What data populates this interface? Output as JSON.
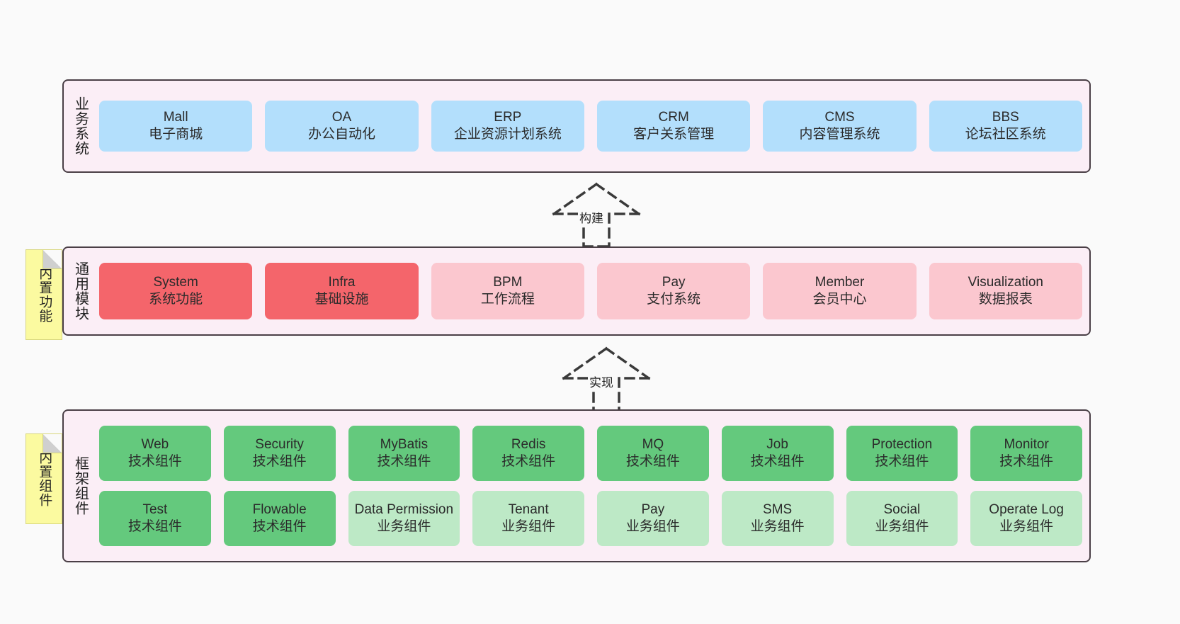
{
  "diagram": {
    "title": "ruoyi-vue-pro architecture layers",
    "background": "#fafafa",
    "colors": {
      "band_fill": "#fbeef6",
      "band_border": "#4a3f46",
      "blue": "#b3dffc",
      "red": "#f4656b",
      "pink": "#fbc7cf",
      "green": "#64c97d",
      "light_green": "#bde9c6",
      "sticky_yellow": "#fbfaa0",
      "sticky_fold": "#cfcfcf"
    }
  },
  "layers": {
    "business": {
      "title": "业务系统",
      "items": [
        {
          "en": "Mall",
          "cn": "电子商城"
        },
        {
          "en": "OA",
          "cn": "办公自动化"
        },
        {
          "en": "ERP",
          "cn": "企业资源计划系统"
        },
        {
          "en": "CRM",
          "cn": "客户关系管理"
        },
        {
          "en": "CMS",
          "cn": "内容管理系统"
        },
        {
          "en": "BBS",
          "cn": "论坛社区系统"
        }
      ]
    },
    "modules": {
      "title": "通用模块",
      "items": [
        {
          "en": "System",
          "cn": "系统功能",
          "color": "red"
        },
        {
          "en": "Infra",
          "cn": "基础设施",
          "color": "red"
        },
        {
          "en": "BPM",
          "cn": "工作流程",
          "color": "pink"
        },
        {
          "en": "Pay",
          "cn": "支付系统",
          "color": "pink"
        },
        {
          "en": "Member",
          "cn": "会员中心",
          "color": "pink"
        },
        {
          "en": "Visualization",
          "cn": "数据报表",
          "color": "pink"
        }
      ]
    },
    "framework": {
      "title": "框架组件",
      "row1": [
        {
          "en": "Web",
          "cn": "技术组件"
        },
        {
          "en": "Security",
          "cn": "技术组件"
        },
        {
          "en": "MyBatis",
          "cn": "技术组件"
        },
        {
          "en": "Redis",
          "cn": "技术组件"
        },
        {
          "en": "MQ",
          "cn": "技术组件"
        },
        {
          "en": "Job",
          "cn": "技术组件"
        },
        {
          "en": "Protection",
          "cn": "技术组件"
        },
        {
          "en": "Monitor",
          "cn": "技术组件"
        }
      ],
      "row2": [
        {
          "en": "Test",
          "cn": "技术组件",
          "color": "green"
        },
        {
          "en": "Flowable",
          "cn": "技术组件",
          "color": "green"
        },
        {
          "en": "Data Permission",
          "cn": "业务组件",
          "color": "light_green"
        },
        {
          "en": "Tenant",
          "cn": "业务组件",
          "color": "light_green"
        },
        {
          "en": "Pay",
          "cn": "业务组件",
          "color": "light_green"
        },
        {
          "en": "SMS",
          "cn": "业务组件",
          "color": "light_green"
        },
        {
          "en": "Social",
          "cn": "业务组件",
          "color": "light_green"
        },
        {
          "en": "Operate Log",
          "cn": "业务组件",
          "color": "light_green"
        }
      ]
    }
  },
  "stickies": {
    "builtin_function": "内置功能",
    "builtin_component": "内置组件"
  },
  "connectors": {
    "build": "构建",
    "implement": "实现"
  }
}
